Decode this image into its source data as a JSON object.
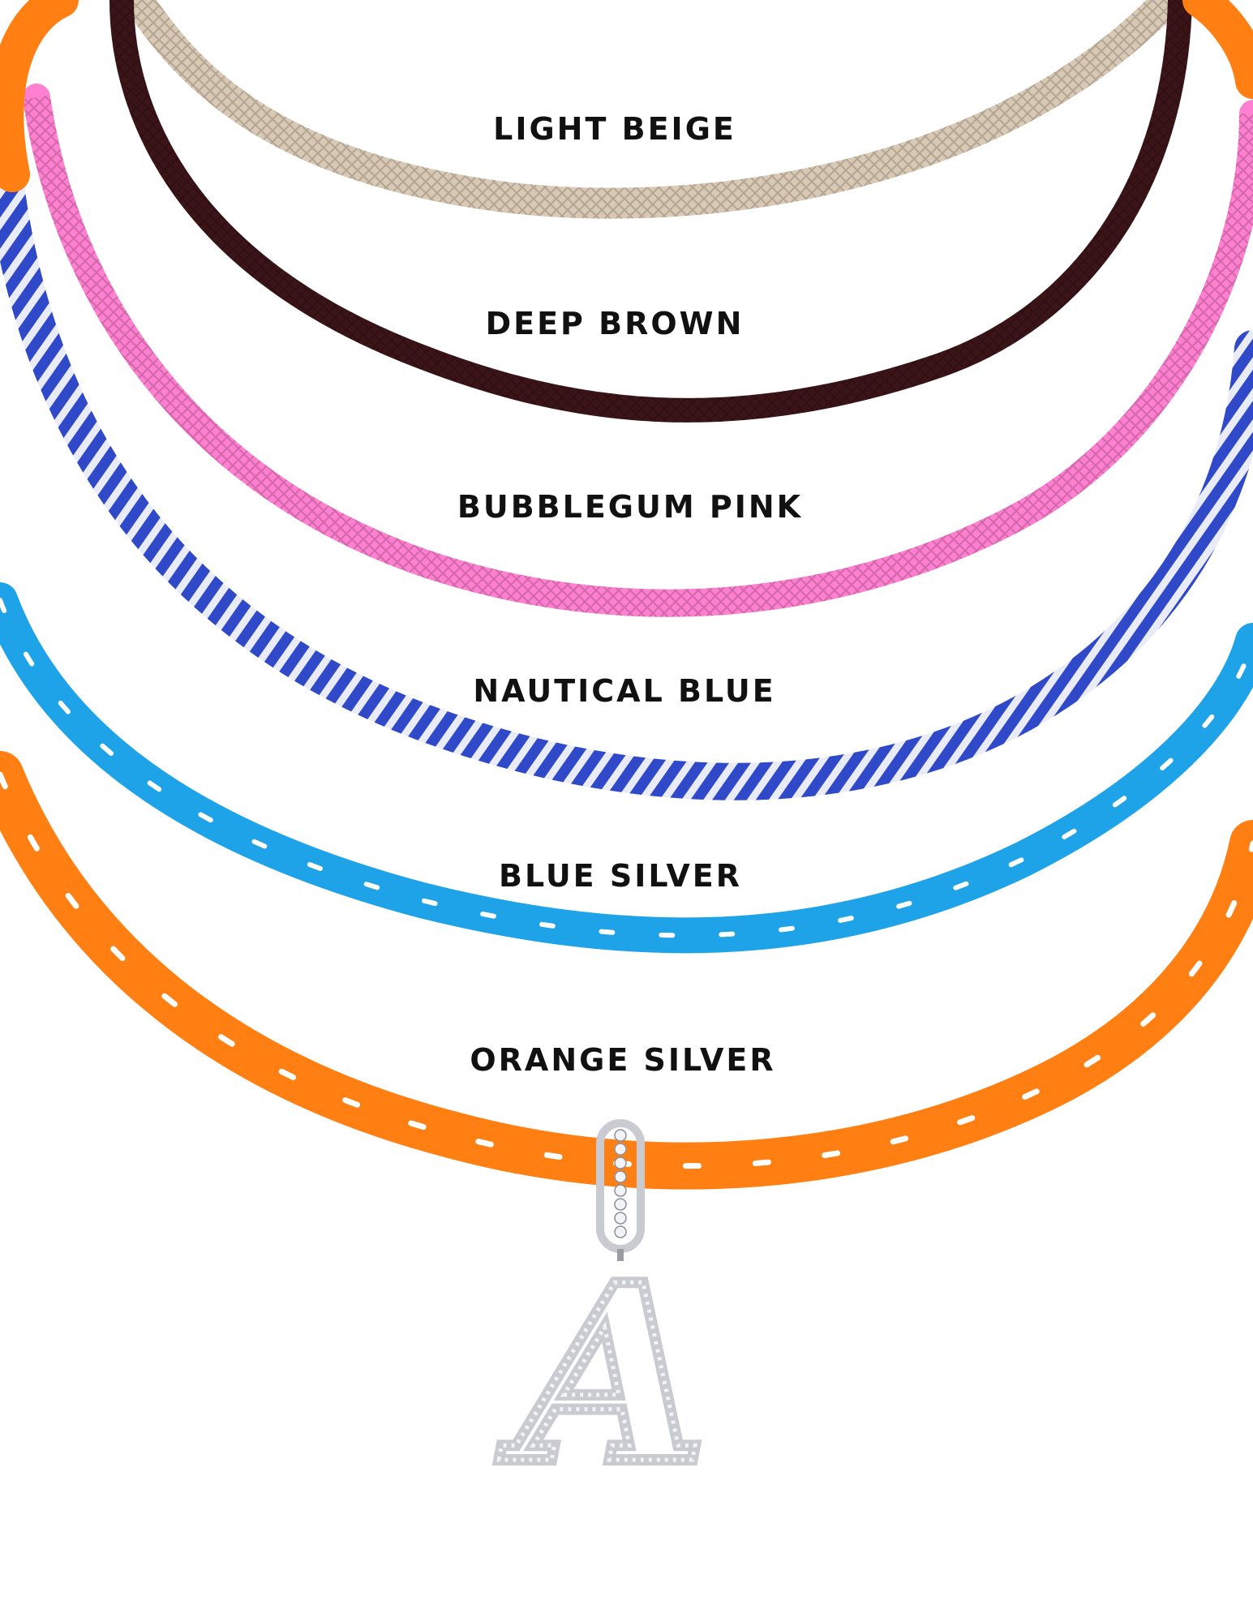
{
  "cords": [
    {
      "id": "light-beige",
      "label": "LIGHT BEIGE",
      "color": "#D9C9B4",
      "pattern": "braid"
    },
    {
      "id": "deep-brown",
      "label": "DEEP BROWN",
      "color": "#3B1418",
      "pattern": "braid"
    },
    {
      "id": "bubblegum-pink",
      "label": "BUBBLEGUM PINK",
      "color": "#FF7FD0",
      "pattern": "braid"
    },
    {
      "id": "nautical-blue",
      "label": "NAUTICAL BLUE",
      "color": "#2F49C8",
      "stripe_color": "#FFFFFF",
      "pattern": "twist"
    },
    {
      "id": "blue-silver",
      "label": "BLUE SILVER",
      "color": "#1FA3E8",
      "fleck_color": "#FFFFFF",
      "pattern": "fleck"
    },
    {
      "id": "orange-silver",
      "label": "ORANGE SILVER",
      "color": "#FF7F12",
      "fleck_color": "#FFFFFF",
      "pattern": "fleck"
    }
  ],
  "pendant": {
    "letter": "A",
    "metal_color": "#C9CBD1",
    "stone_color": "#F2F3F6"
  },
  "background_color": "#FFFFFF"
}
